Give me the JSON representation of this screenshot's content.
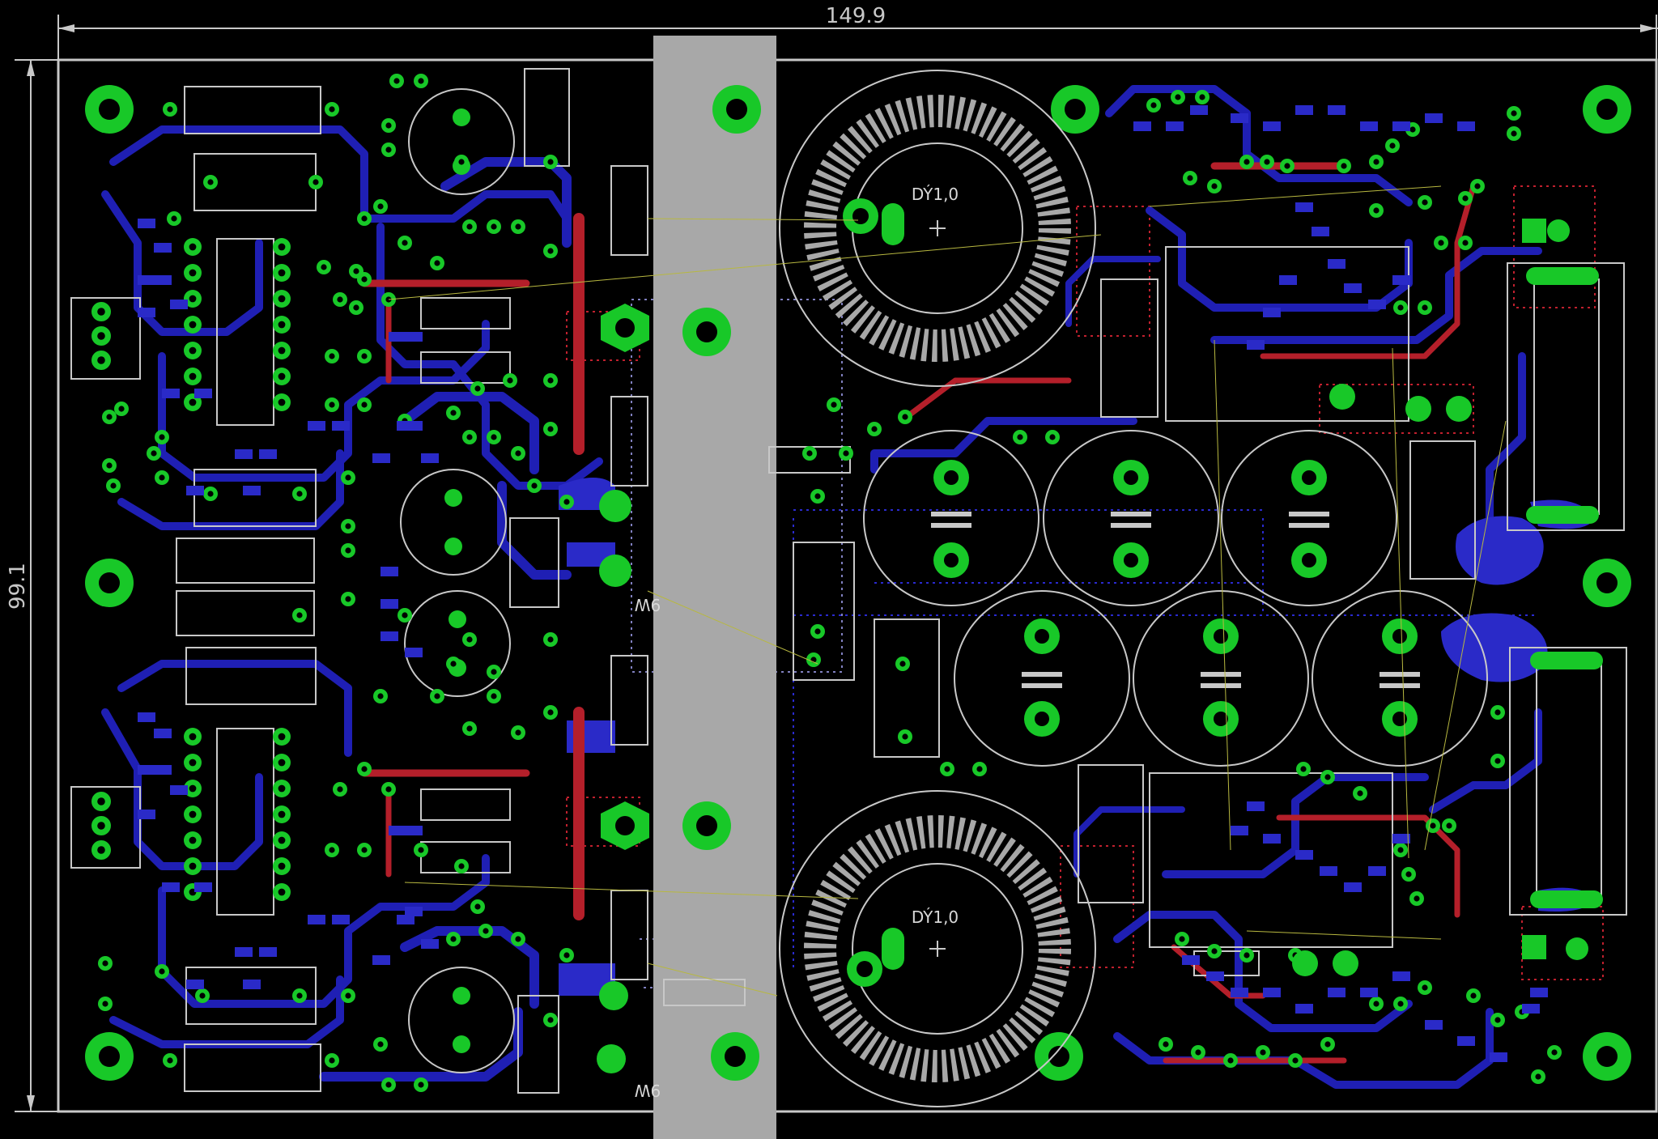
{
  "board": {
    "width_dimension": "149.9",
    "height_dimension": "99.1"
  },
  "toroids": [
    {
      "label": "DÝ1,0"
    },
    {
      "label": "DÝ1,0"
    }
  ],
  "heatsink_labels": [
    {
      "label": "9W"
    },
    {
      "label": "9W"
    }
  ],
  "colors": {
    "background": "#000000",
    "board_outline": "#c8c8c8",
    "pads": "#18c828",
    "bottom_copper": "#1f1fb4",
    "top_copper": "#b41f2a",
    "heatsink": "#a8a8a8",
    "airwires": "#b8b840"
  }
}
